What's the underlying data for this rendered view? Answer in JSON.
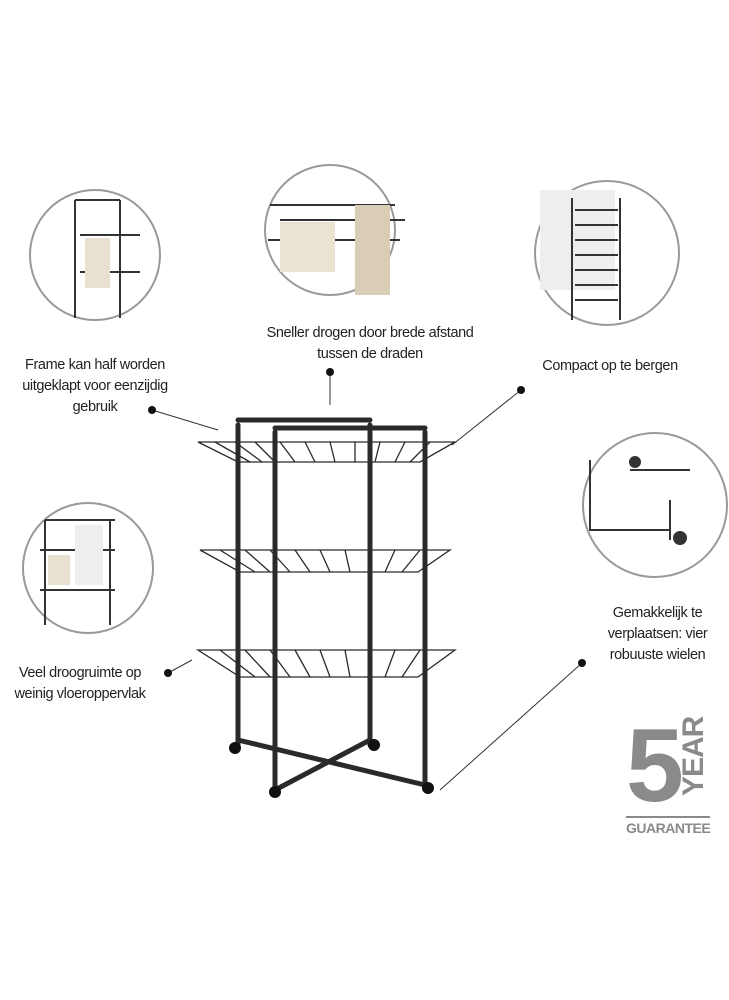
{
  "captions": {
    "spacing": [
      "Sneller drogen door brede afstand",
      "tussen de draden"
    ],
    "half_frame": [
      "Frame kan half worden",
      "uitgeklapt voor eenzijdig",
      "gebruik"
    ],
    "compact": [
      "Compact op te bergen"
    ],
    "wheels": [
      "Gemakkelijk te",
      "verplaatsen: vier",
      "robuuste wielen"
    ],
    "space": [
      "Veel droogruimte op",
      "weinig vloeroppervlak"
    ]
  },
  "guarantee": {
    "number": "5",
    "year": "YEAR",
    "label": "GUARANTEE"
  },
  "colors": {
    "frame": "#2a2a2a",
    "badge": "#8a8a8a",
    "circle": "#9a9a9a"
  }
}
